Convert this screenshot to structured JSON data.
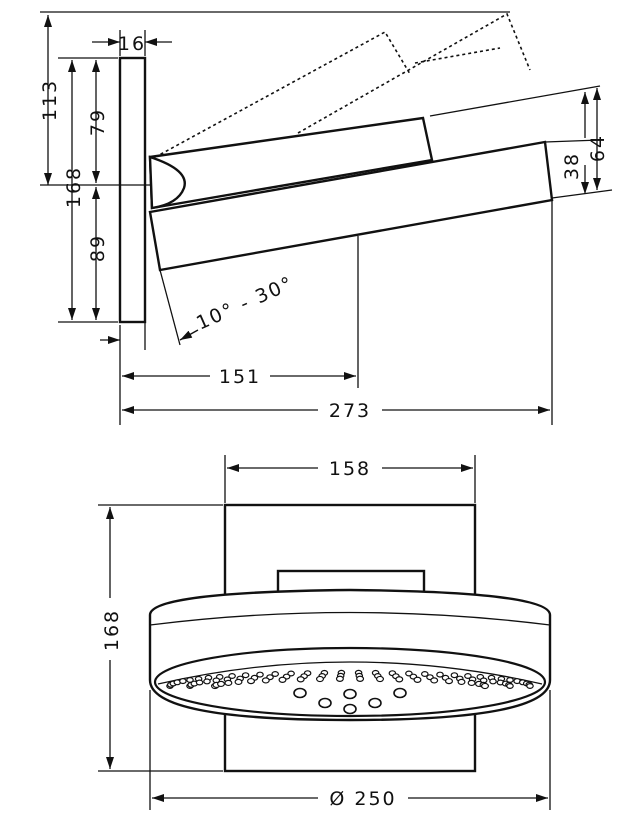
{
  "side_view": {
    "dim_wall_thickness": "16",
    "dim_top_to_axis": "113",
    "dim_upper_to_axis": "79",
    "dim_total_height": "168",
    "dim_lower_to_axis": "89",
    "dim_head_height_inner": "38",
    "dim_head_height_outer": "64",
    "dim_angle": "10° - 30°",
    "dim_reach_center": "151",
    "dim_reach_total": "273"
  },
  "front_view": {
    "dim_plate_width": "158",
    "dim_plate_height": "168",
    "dim_head_diameter": "Ø 250"
  }
}
